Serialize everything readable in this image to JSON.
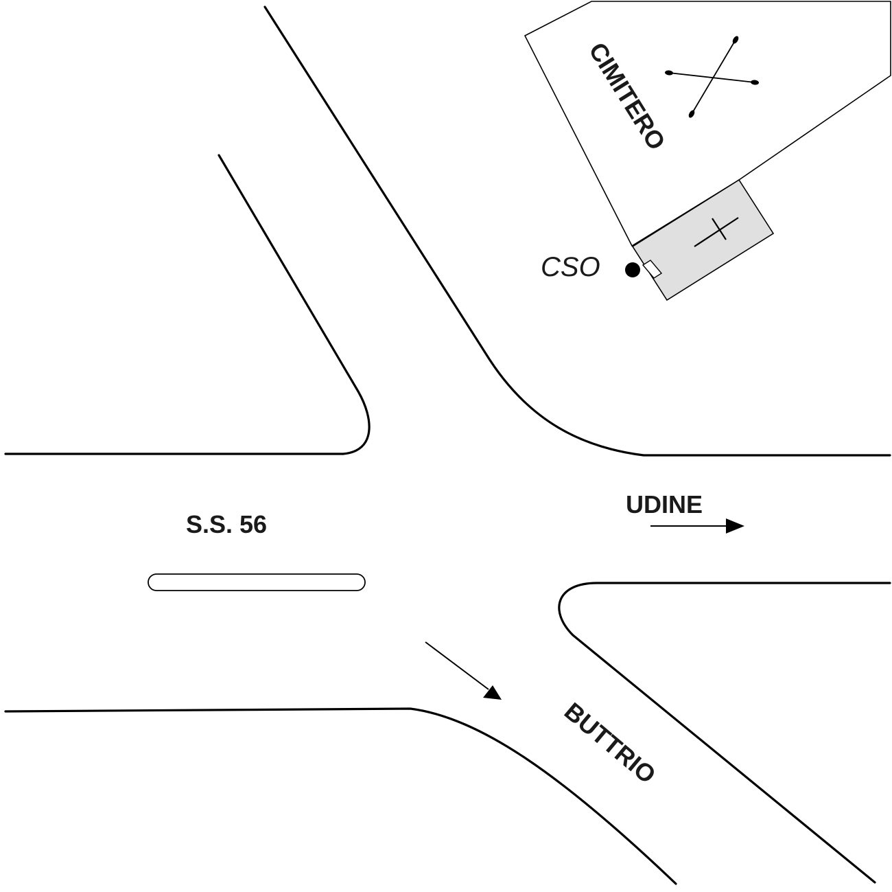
{
  "labels": {
    "cemetery": "CIMITERO",
    "cso": "CSO",
    "road": "S.S. 56",
    "udine": "UDINE",
    "buttrio": "BUTTRIO"
  },
  "icons": {
    "cemetery_symbol": "crossed-torches-icon",
    "chapel_symbol": "cross-icon",
    "cso_marker": "point-marker-icon",
    "udine_direction": "arrow-right-icon",
    "buttrio_direction": "arrow-down-right-icon"
  },
  "colors": {
    "lines": "#000000",
    "chapel_fill": "#e0e0e0",
    "background": "#ffffff"
  }
}
